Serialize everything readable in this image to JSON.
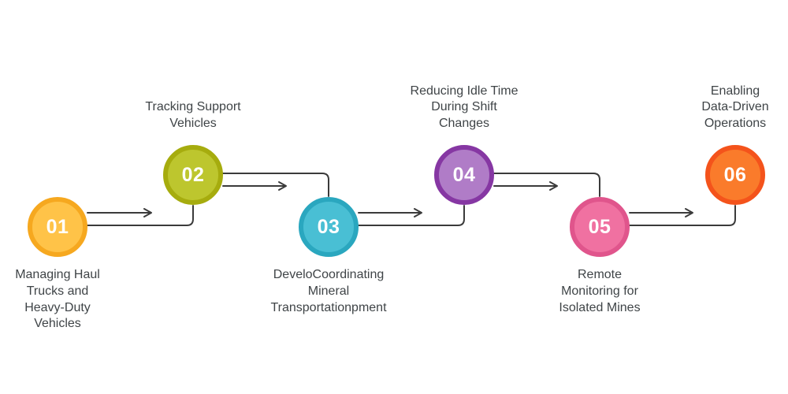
{
  "diagram": {
    "background_color": "#ffffff",
    "line_color": "#3b3b3b",
    "text_color": "#3f4447",
    "number_text_color": "#ffffff",
    "steps": [
      {
        "number": "01",
        "label": "Managing Haul\nTrucks and\nHeavy-Duty\nVehicles",
        "ring_color": "#F6A81F",
        "fill_color": "#FFC348",
        "position": "bottom"
      },
      {
        "number": "02",
        "label": "Tracking Support\nVehicles",
        "ring_color": "#A6AC0E",
        "fill_color": "#BDC62E",
        "position": "top"
      },
      {
        "number": "03",
        "label": "DeveloCoordinating\nMineral\nTransportationpment",
        "ring_color": "#2AA7BF",
        "fill_color": "#49BFD4",
        "position": "bottom"
      },
      {
        "number": "04",
        "label": "Reducing Idle Time\nDuring Shift\nChanges",
        "ring_color": "#8637A3",
        "fill_color": "#B07CC7",
        "position": "top"
      },
      {
        "number": "05",
        "label": "Remote\nMonitoring for\nIsolated Mines",
        "ring_color": "#E0558C",
        "fill_color": "#F071A1",
        "position": "bottom"
      },
      {
        "number": "06",
        "label": "Enabling\nData-Driven\nOperations",
        "ring_color": "#F4531B",
        "fill_color": "#FA7B2B",
        "position": "top"
      }
    ]
  }
}
